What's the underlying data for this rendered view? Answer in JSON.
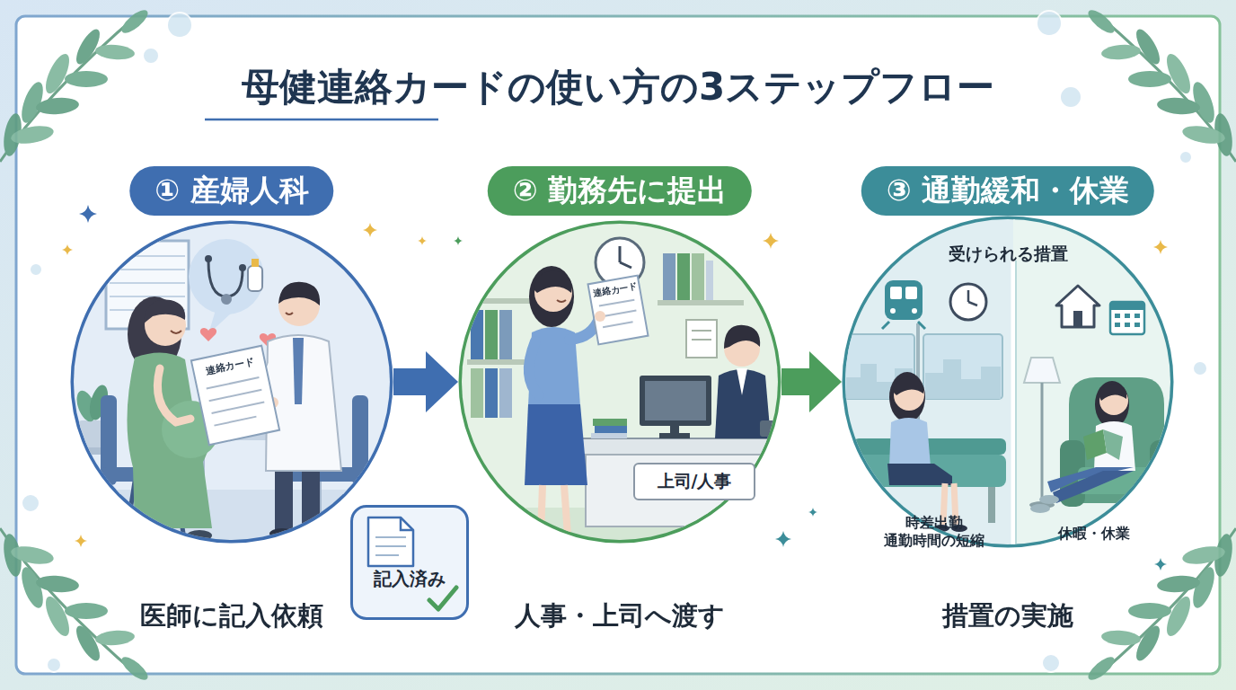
{
  "diagram": {
    "title": "母健連絡カードの使い方の3ステップフロー",
    "nodes": [
      {
        "text": [
          "① 産婦人科",
          "医師に記入依頼"
        ]
      },
      {
        "text": [
          "記入済み"
        ],
        "in": 0
      },
      {
        "text": [
          "② 勤務先に提出",
          "人事・上司へ渡す"
        ]
      },
      {
        "text": [
          "上司/人事"
        ],
        "in": 2
      },
      {
        "text": [
          "③ 通勤緩和・休業",
          "措置の実施"
        ]
      }
    ],
    "edges": [
      {
        "from": 0,
        "to": 2,
        "arrow": "to"
      },
      {
        "from": 2,
        "to": 4,
        "arrow": "to"
      }
    ],
    "labels": [
      "連絡カード",
      "連絡カード",
      "受けられる措置",
      "時差出勤 通勤時間の短縮",
      "休暇・休業"
    ]
  }
}
